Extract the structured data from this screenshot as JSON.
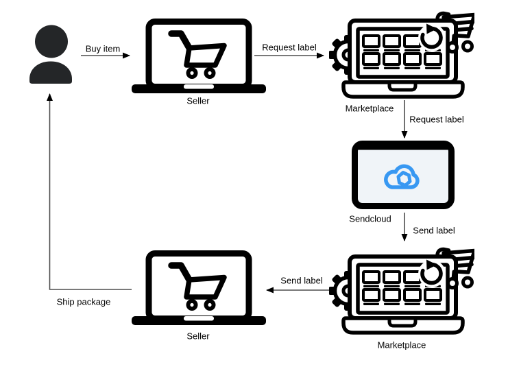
{
  "diagram": {
    "nodes": {
      "buyer": {
        "icon": "person"
      },
      "seller_top": {
        "label": "Seller",
        "icon": "laptop-shopping-cart"
      },
      "marketplace_top": {
        "label": "Marketplace",
        "icon": "marketplace-laptop-gear-cart"
      },
      "sendcloud": {
        "label": "Sendcloud",
        "icon": "cloud-tablet"
      },
      "marketplace_bottom": {
        "label": "Marketplace",
        "icon": "marketplace-laptop-gear-cart"
      },
      "seller_bottom": {
        "label": "Seller",
        "icon": "laptop-shopping-cart"
      }
    },
    "edges": {
      "buy_item": {
        "label": "Buy item",
        "from": "buyer",
        "to": "seller_top",
        "direction": "right"
      },
      "request_label_top": {
        "label": "Request label",
        "from": "seller_top",
        "to": "marketplace_top",
        "direction": "right"
      },
      "request_label_down": {
        "label": "Request label",
        "from": "marketplace_top",
        "to": "sendcloud",
        "direction": "down"
      },
      "send_label_down": {
        "label": "Send label",
        "from": "sendcloud",
        "to": "marketplace_bottom",
        "direction": "down"
      },
      "send_label_left": {
        "label": "Send label",
        "from": "marketplace_bottom",
        "to": "seller_bottom",
        "direction": "left"
      },
      "ship_package": {
        "label": "Ship package",
        "from": "seller_bottom",
        "to": "buyer",
        "direction": "left-then-up"
      }
    },
    "colors": {
      "background": "#ffffff",
      "icon": "#000000",
      "person": "#242628",
      "connector": "#4d4d4d",
      "arrowhead": "#000000",
      "sendcloud_blue": "#3898f2",
      "tablet_screen": "#f0f4f8"
    }
  }
}
